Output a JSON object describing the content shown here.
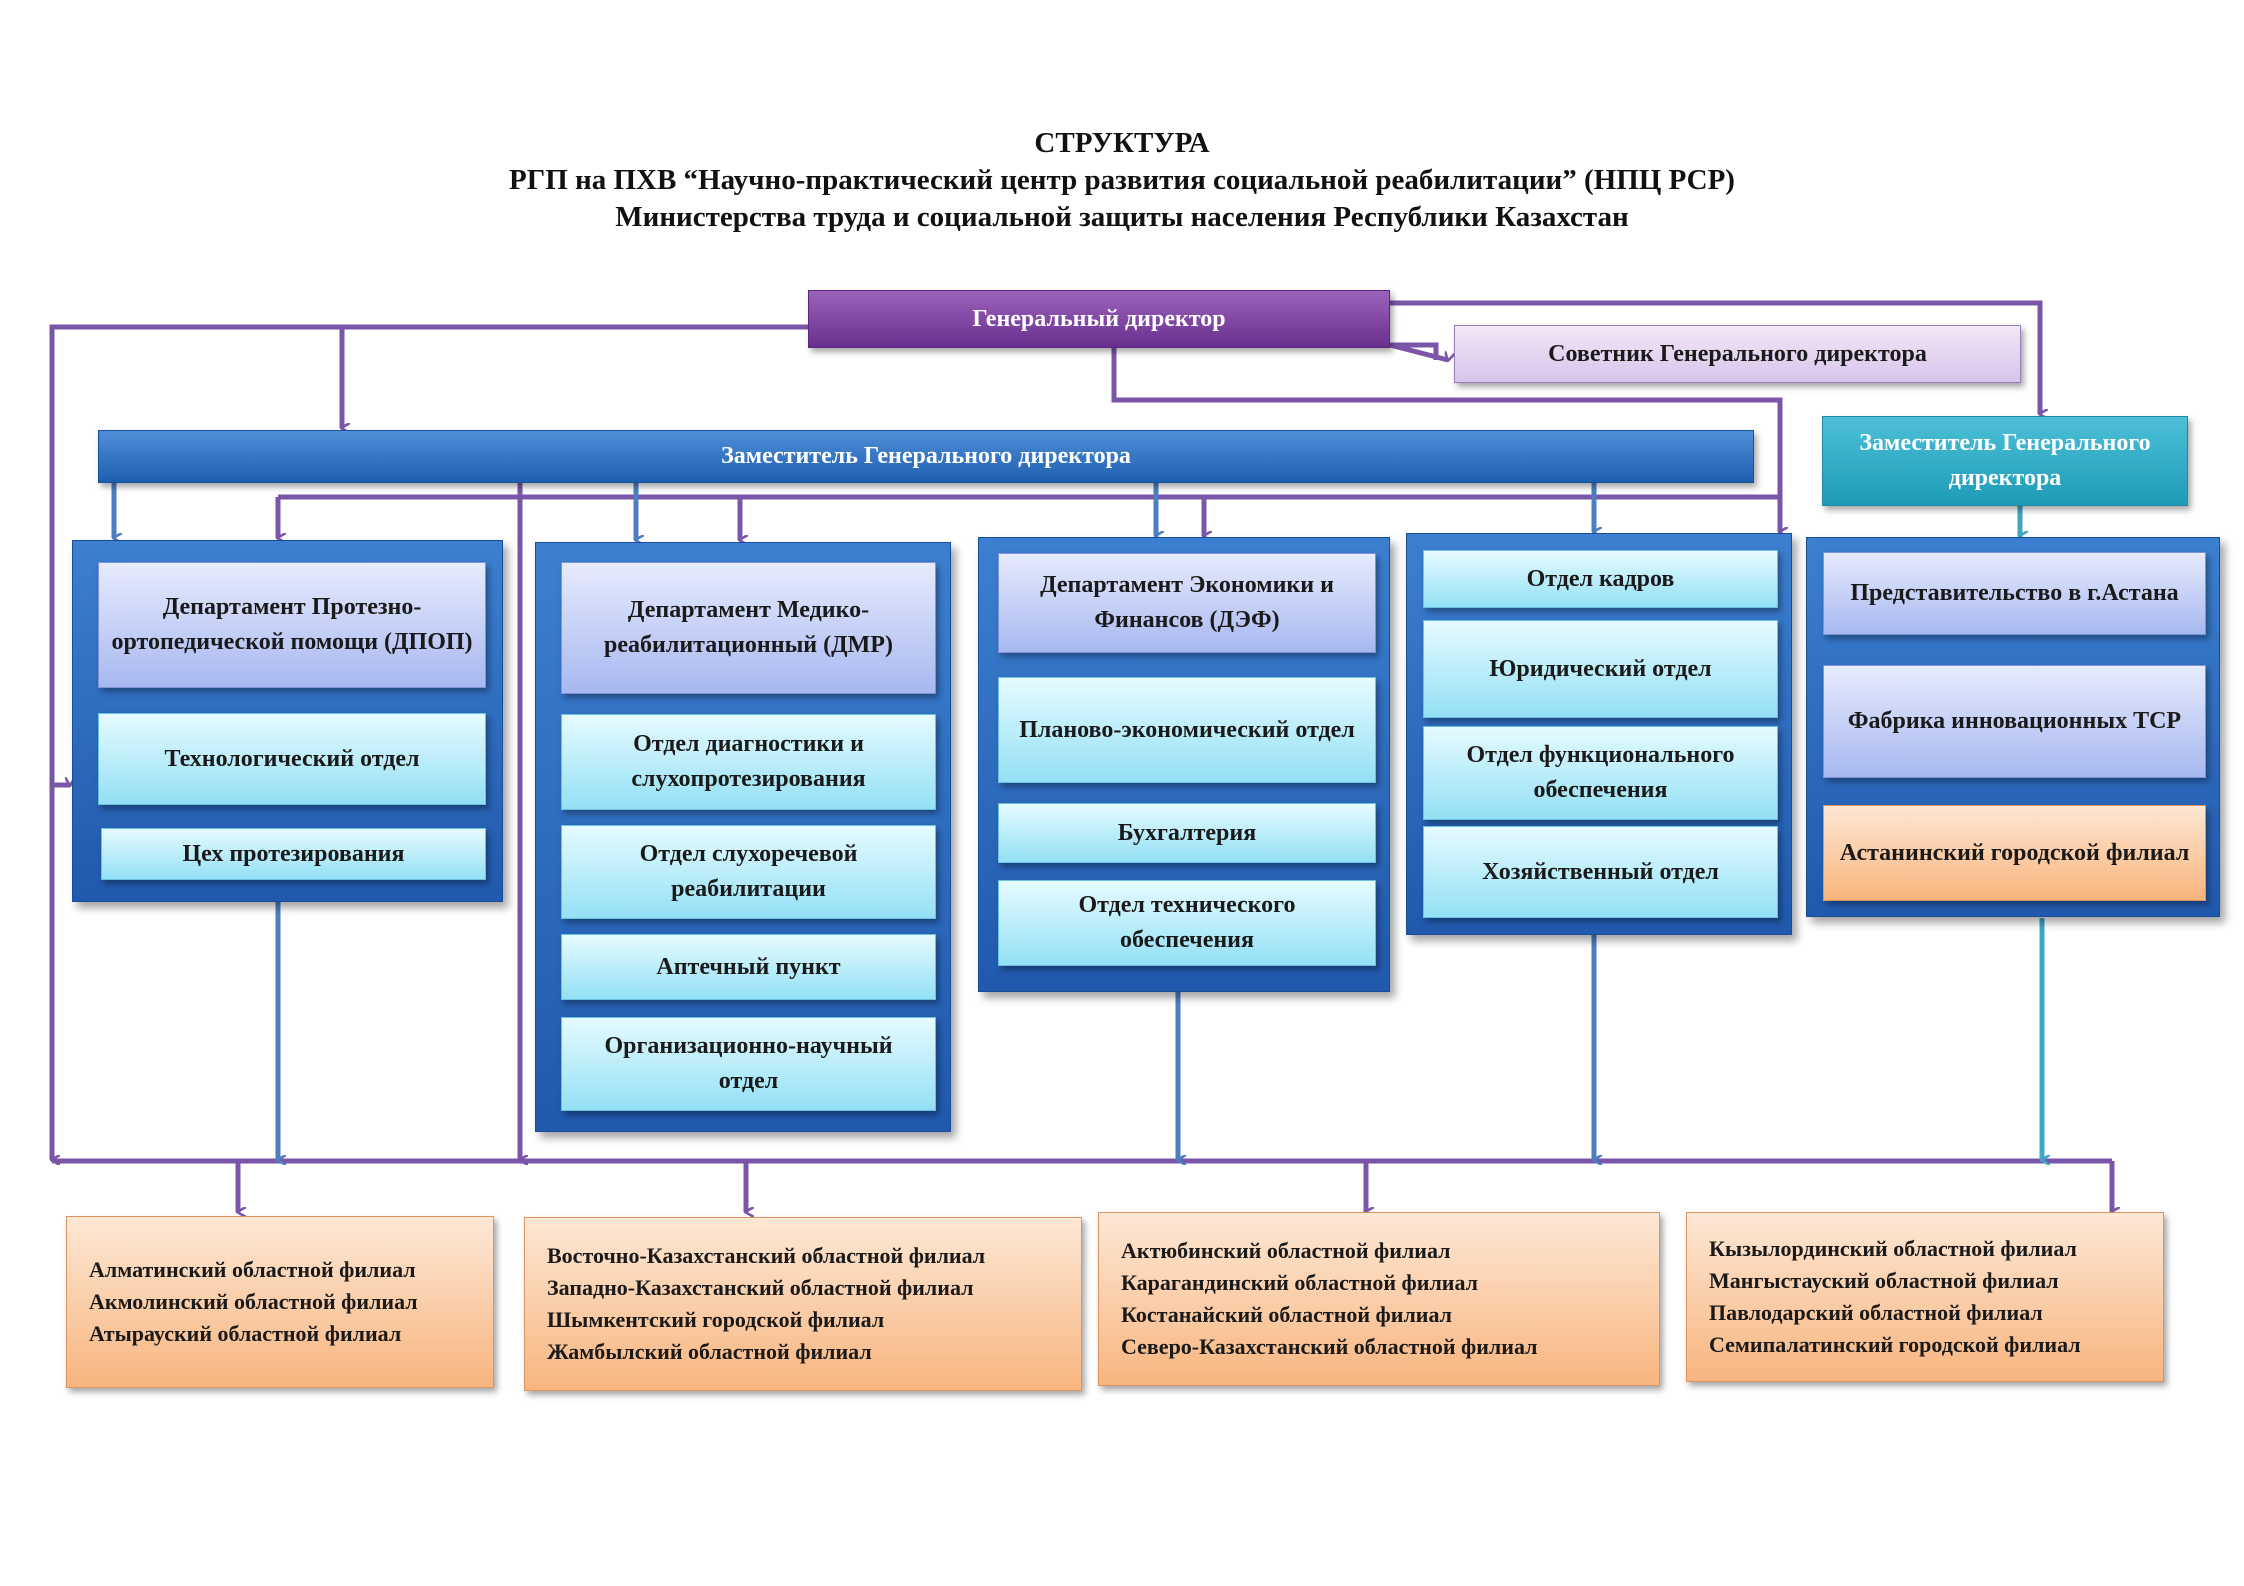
{
  "title": {
    "line1": "СТРУКТУРА",
    "line2": "РГП на ПХВ “Научно-практический центр развития социальной реабилитации” (НПЦ РСР)",
    "line3": "Министерства труда и социальной защиты населения Республики Казахстан"
  },
  "top": {
    "general_director": "Генеральный директор",
    "advisor": "Советник Генерального директора",
    "deputy_main": "Заместитель Генерального директора",
    "deputy_second": "Заместитель Генерального директора"
  },
  "dept_dpop": {
    "head": "Департамент Протезно-ортопедической помощи (ДПОП)",
    "units": [
      "Технологический отдел",
      "Цех протезирования"
    ]
  },
  "dept_dmr": {
    "head": "Департамент Медико-реабилитационный (ДМР)",
    "units": [
      "Отдел диагностики и слухопротезирования",
      "Отдел слухоречевой реабилитации",
      "Аптечный пункт",
      "Организационно-научный отдел"
    ]
  },
  "dept_def": {
    "head": "Департамент Экономики и Финансов (ДЭФ)",
    "units": [
      "Планово-экономический отдел",
      "Бухгалтерия",
      "Отдел технического обеспечения"
    ]
  },
  "dept_admin": {
    "units": [
      "Отдел кадров",
      "Юридический отдел",
      "Отдел функционального обеспечения",
      "Хозяйственный отдел"
    ]
  },
  "dept_astana": {
    "units": [
      "Представительство в г.Астана",
      "Фабрика инновационных ТСР",
      "Астанинский городской филиал"
    ]
  },
  "filials": [
    [
      "Алматинский областной филиал",
      "Акмолинский областной филиал",
      "Атырауский областной филиал"
    ],
    [
      "Восточно-Казахстанский областной филиал",
      "Западно-Казахстанский областной филиал",
      "Шымкентский городской филиал",
      "Жамбылский областной филиал"
    ],
    [
      "Актюбинский областной филиал",
      "Карагандинский областной филиал",
      "Костанайский областной филиал",
      "Северо-Казахстанский областной филиал"
    ],
    [
      "Кызылординский областной филиал",
      "Мангыстауский областной филиал",
      "Павлодарский областной филиал",
      "Семипалатинский городской филиал"
    ]
  ],
  "colors": {
    "purple_line": "#7b56a8",
    "blue_line": "#4d7fc0",
    "teal_line": "#3fa6c4"
  }
}
